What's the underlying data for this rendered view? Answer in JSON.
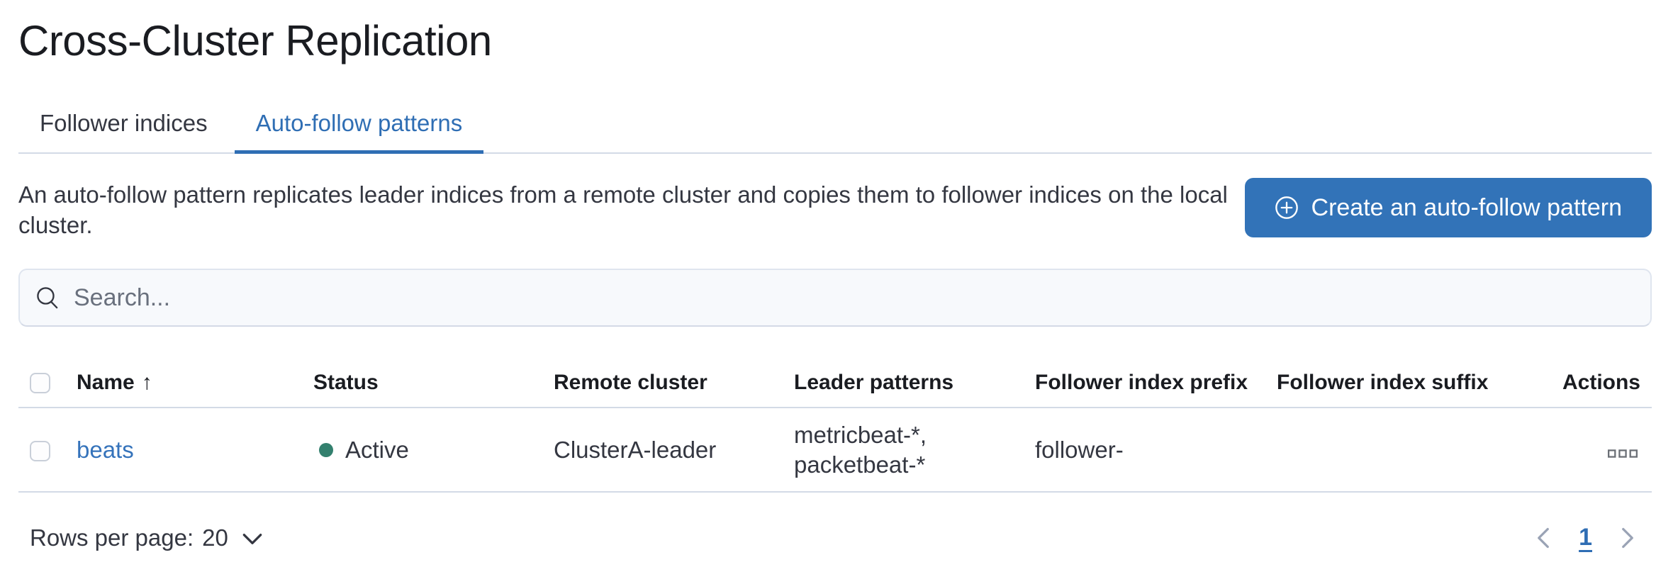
{
  "colors": {
    "accent": "#2f6eb4",
    "button-bg": "#3273b8",
    "link": "#3573bb",
    "status-active": "#33806e",
    "divider": "#d3dae6",
    "text": "#343741",
    "title": "#1a1c21",
    "placeholder": "#69707d",
    "chevron": "#9aa3b5",
    "search-bg": "#f7f9fc",
    "search-border": "#dfe5ef"
  },
  "page": {
    "title": "Cross-Cluster Replication"
  },
  "tabs": {
    "follower_indices": "Follower indices",
    "auto_follow_patterns": "Auto-follow patterns"
  },
  "intro": {
    "description": "An auto-follow pattern replicates leader indices from a remote cluster and copies them to follower indices on the local cluster.",
    "create_button": "Create an auto-follow pattern"
  },
  "search": {
    "placeholder": "Search...",
    "value": ""
  },
  "table": {
    "columns": {
      "name": "Name",
      "status": "Status",
      "remote_cluster": "Remote cluster",
      "leader_patterns": "Leader patterns",
      "follower_index_prefix": "Follower index prefix",
      "follower_index_suffix": "Follower index suffix",
      "actions": "Actions"
    },
    "sort": {
      "column": "Name",
      "direction": "ascending",
      "icon": "↑"
    },
    "rows": [
      {
        "name": "beats",
        "status": "Active",
        "remote_cluster": "ClusterA-leader",
        "leader_patterns": "metricbeat-*, packetbeat-*",
        "follower_index_prefix": "follower-",
        "follower_index_suffix": ""
      }
    ]
  },
  "footer": {
    "rows_per_page_label": "Rows per page:",
    "rows_per_page_value": "20",
    "current_page": "1"
  }
}
